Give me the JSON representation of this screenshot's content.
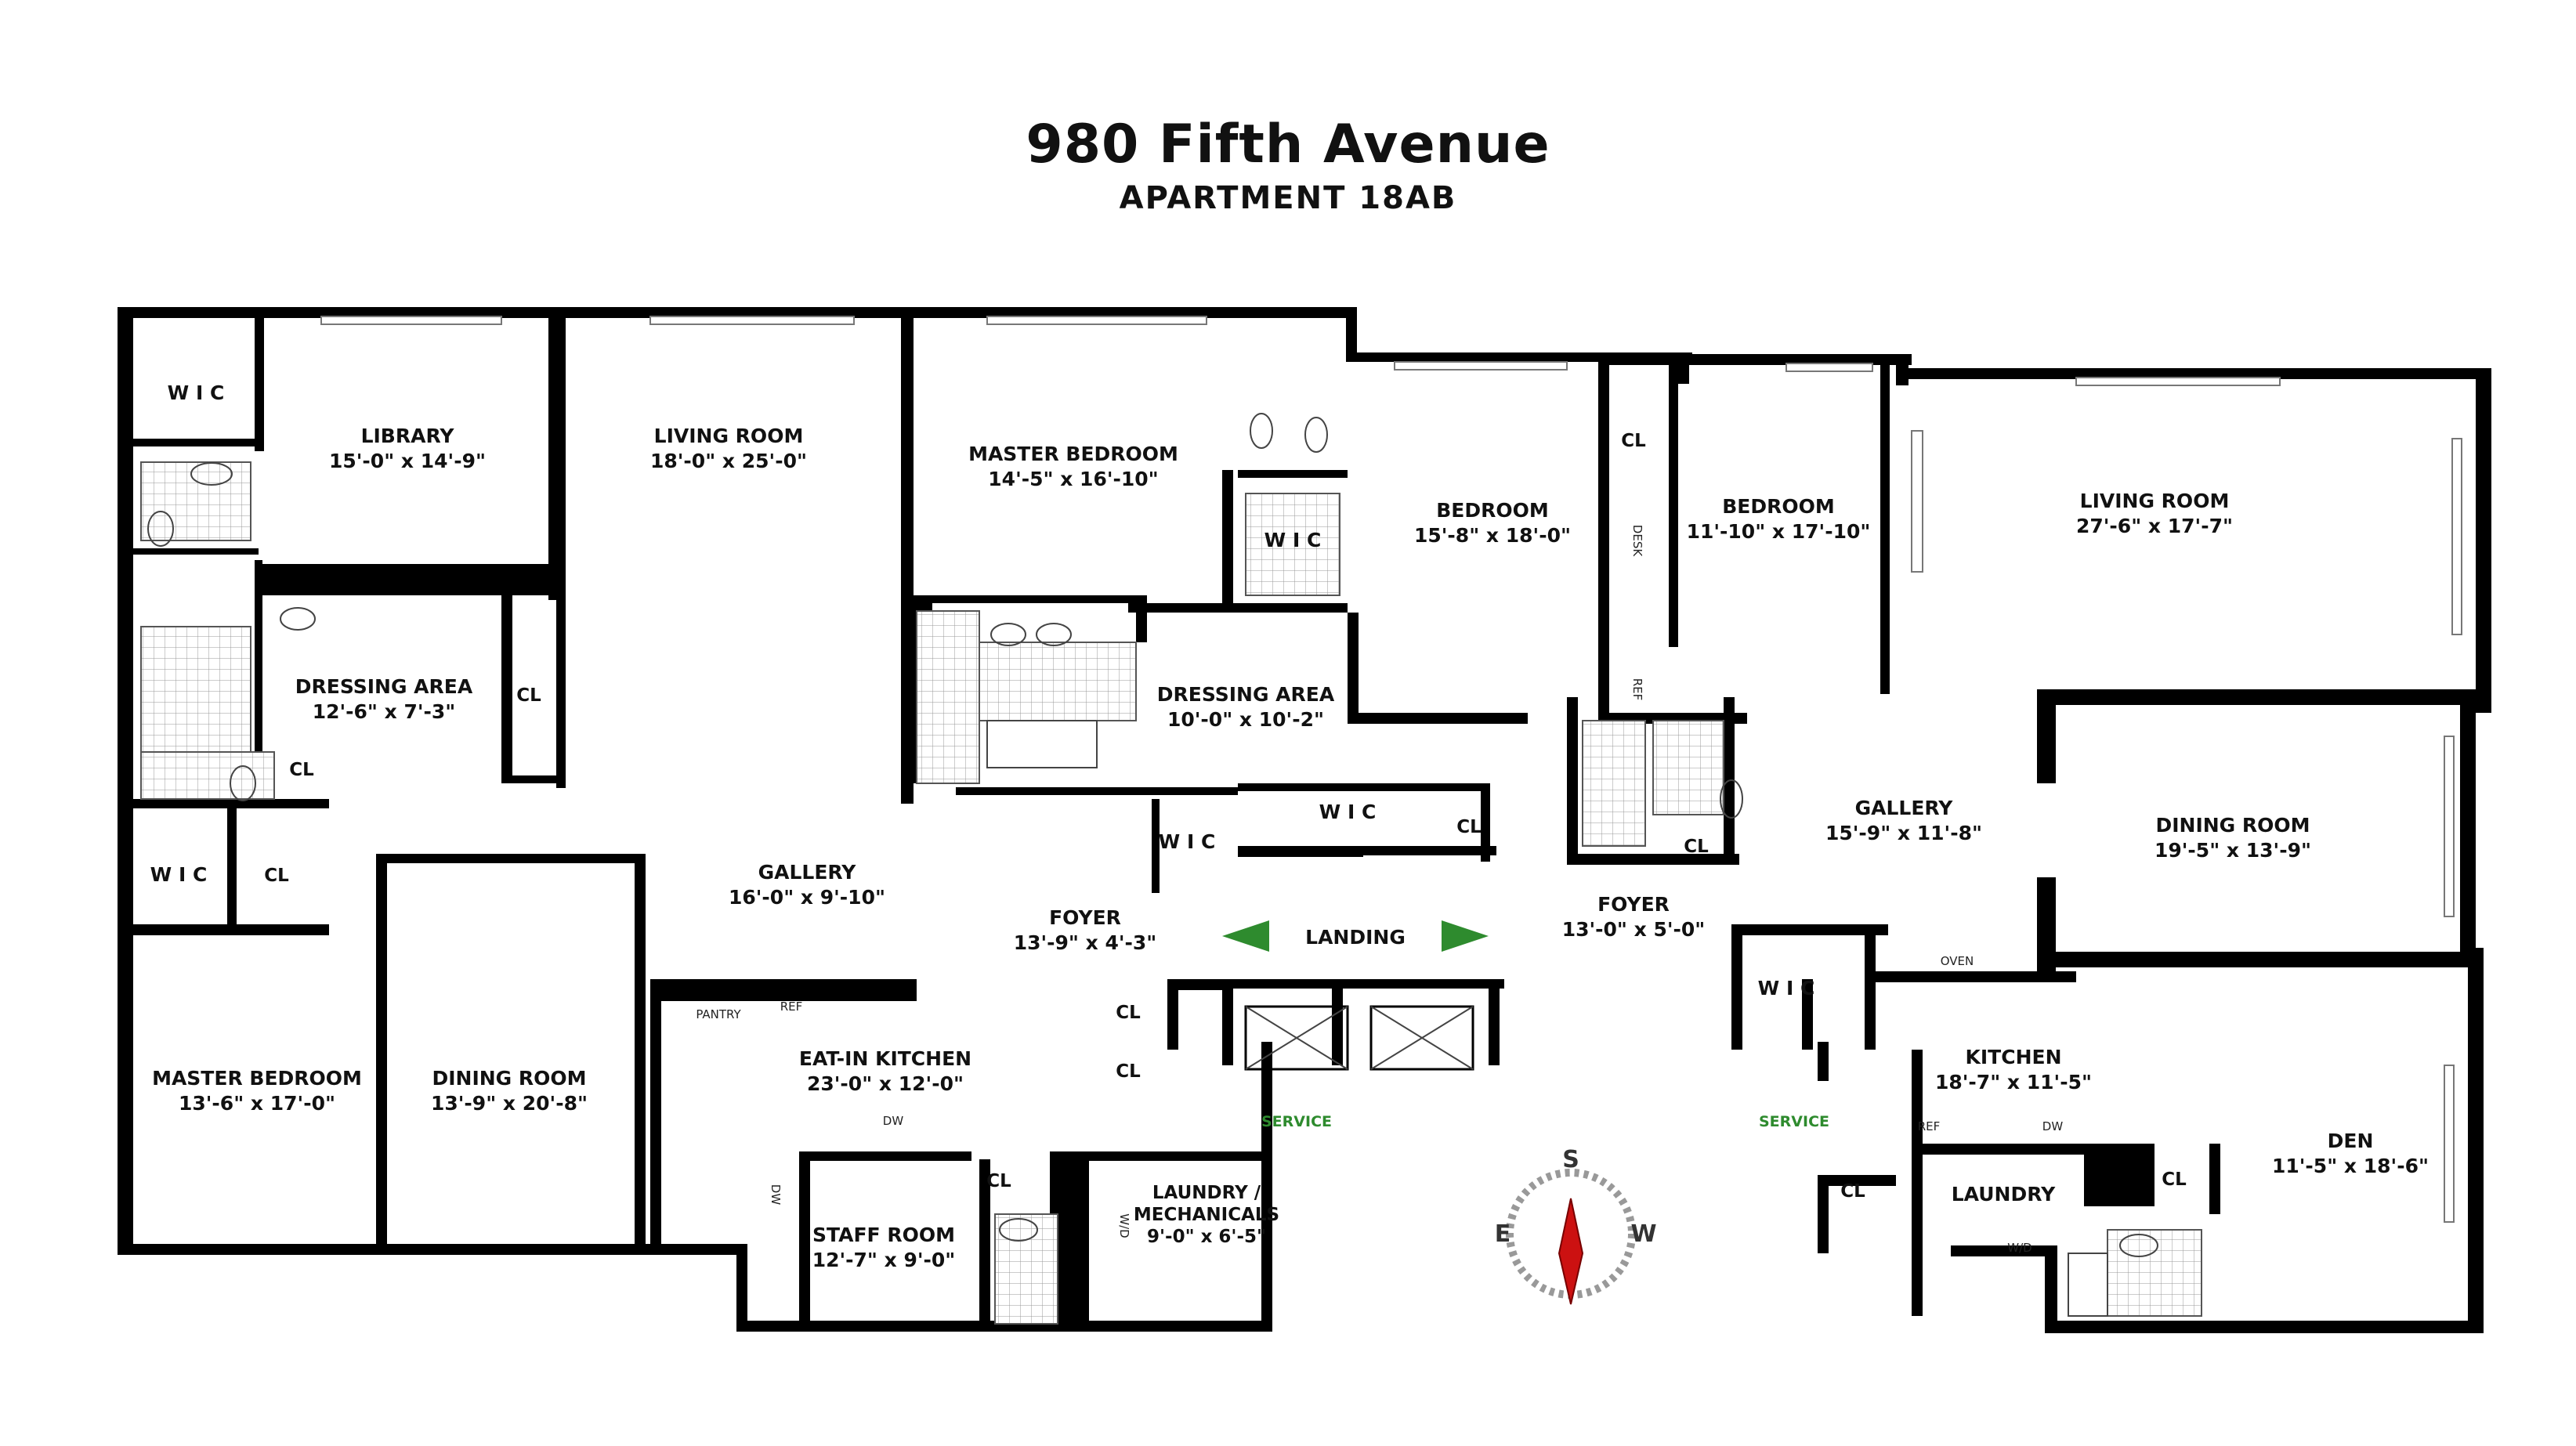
{
  "header": {
    "title": "980 Fifth Avenue",
    "subtitle": "APARTMENT 18AB"
  },
  "rooms": {
    "wic_1": {
      "name": "W I C"
    },
    "library": {
      "name": "LIBRARY",
      "dims": "15'-0\" x 14'-9\""
    },
    "living_room_1": {
      "name": "LIVING ROOM",
      "dims": "18'-0\" x 25'-0\""
    },
    "master_bedroom_1": {
      "name": "MASTER BEDROOM",
      "dims": "14'-5\" x 16'-10\""
    },
    "wic_2": {
      "name": "W I C"
    },
    "bedroom_1": {
      "name": "BEDROOM",
      "dims": "15'-8\" x 18'-0\""
    },
    "cl_1": {
      "name": "CL"
    },
    "desk": {
      "name": "DESK"
    },
    "bedroom_2": {
      "name": "BEDROOM",
      "dims": "11'-10\" x 17'-10\""
    },
    "living_room_2": {
      "name": "LIVING ROOM",
      "dims": "27'-6\" x 17'-7\""
    },
    "dressing_area_1": {
      "name": "DRESSING AREA",
      "dims": "12'-6\" x 7'-3\""
    },
    "cl_2": {
      "name": "CL"
    },
    "cl_3": {
      "name": "CL"
    },
    "dressing_area_2": {
      "name": "DRESSING AREA",
      "dims": "10'-0\" x 10'-2\""
    },
    "ref_small": {
      "name": "REF"
    },
    "gallery_2": {
      "name": "GALLERY",
      "dims": "15'-9\" x 11'-8\""
    },
    "dining_room_2": {
      "name": "DINING ROOM",
      "dims": "19'-5\" x 13'-9\""
    },
    "wic_3": {
      "name": "W I C"
    },
    "cl_4": {
      "name": "CL"
    },
    "gallery_1": {
      "name": "GALLERY",
      "dims": "16'-0\" x 9'-10\""
    },
    "wic_4": {
      "name": "W I C"
    },
    "wic_5": {
      "name": "W I C"
    },
    "cl_5": {
      "name": "CL"
    },
    "cl_6": {
      "name": "CL"
    },
    "foyer_1": {
      "name": "FOYER",
      "dims": "13'-9\" x 4'-3\""
    },
    "landing": {
      "name": "LANDING"
    },
    "foyer_2": {
      "name": "FOYER",
      "dims": "13'-0\" x 5'-0\""
    },
    "wic_6": {
      "name": "W I C"
    },
    "oven": {
      "name": "OVEN"
    },
    "master_bedroom_2": {
      "name": "MASTER BEDROOM",
      "dims": "13'-6\" x 17'-0\""
    },
    "dining_room_1": {
      "name": "DINING ROOM",
      "dims": "13'-9\" x 20'-8\""
    },
    "pantry": {
      "name": "PANTRY"
    },
    "ref_1": {
      "name": "REF"
    },
    "eat_in_kitchen": {
      "name": "EAT-IN KITCHEN",
      "dims": "23'-0\" x 12'-0\""
    },
    "cl_7": {
      "name": "CL"
    },
    "cl_8": {
      "name": "CL"
    },
    "kitchen": {
      "name": "KITCHEN",
      "dims": "18'-7\" x 11'-5\""
    },
    "dw_1": {
      "name": "DW"
    },
    "dw_2": {
      "name": "DW"
    },
    "service_1": {
      "name": "SERVICE"
    },
    "service_2": {
      "name": "SERVICE"
    },
    "ref_2": {
      "name": "REF"
    },
    "dw_3": {
      "name": "DW"
    },
    "den": {
      "name": "DEN",
      "dims": "11'-5\" x 18'-6\""
    },
    "staff_room": {
      "name": "STAFF ROOM",
      "dims": "12'-7\" x 9'-0\""
    },
    "cl_9": {
      "name": "CL"
    },
    "laundry_mech": {
      "name": "LAUNDRY /",
      "name2": "MECHANICALS",
      "dims": "9'-0\" x 6'-5\""
    },
    "wd_1": {
      "name": "W/D"
    },
    "cl_10": {
      "name": "CL"
    },
    "laundry_2": {
      "name": "LAUNDRY"
    },
    "cl_11": {
      "name": "CL"
    },
    "wd_2": {
      "name": "W/D"
    }
  },
  "compass": {
    "north_marker": "S",
    "east": "E",
    "west": "W"
  },
  "colors": {
    "wall": "#000000",
    "arrow": "#2e8b2e",
    "compass_needle": "#cc1111",
    "service_text": "#2e8b2e"
  }
}
